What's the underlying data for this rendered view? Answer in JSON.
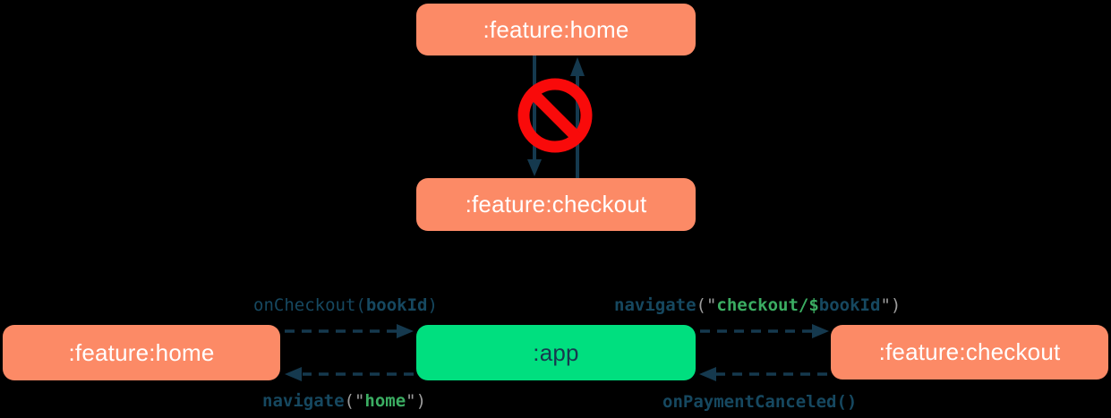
{
  "colors": {
    "bg": "#000000",
    "coral": "#FC8A66",
    "green": "#00DF7F",
    "box-text-light": "#FFFFFF",
    "box-text-dark": "#17394F",
    "arrow": "#15394E",
    "code-teal": "#164860",
    "code-green": "#3BAD62",
    "code-gray": "#9C9C9C",
    "red": "#F90A0A"
  },
  "top_diagram": {
    "home_box": ":feature:home",
    "checkout_box": ":feature:checkout",
    "no_entry_icon": "no-entry"
  },
  "bottom_diagram": {
    "home_box": ":feature:home",
    "app_box": ":app",
    "checkout_box": ":feature:checkout",
    "labels": {
      "on_checkout": [
        "onCheckout(",
        "bookId",
        ")"
      ],
      "navigate_checkout": [
        "navigate",
        "(\"",
        "checkout/$",
        "bookId",
        "\")"
      ],
      "navigate_home": [
        "navigate",
        "(\"",
        "home",
        "\")"
      ],
      "on_payment_canceled": "onPaymentCanceled()"
    }
  }
}
